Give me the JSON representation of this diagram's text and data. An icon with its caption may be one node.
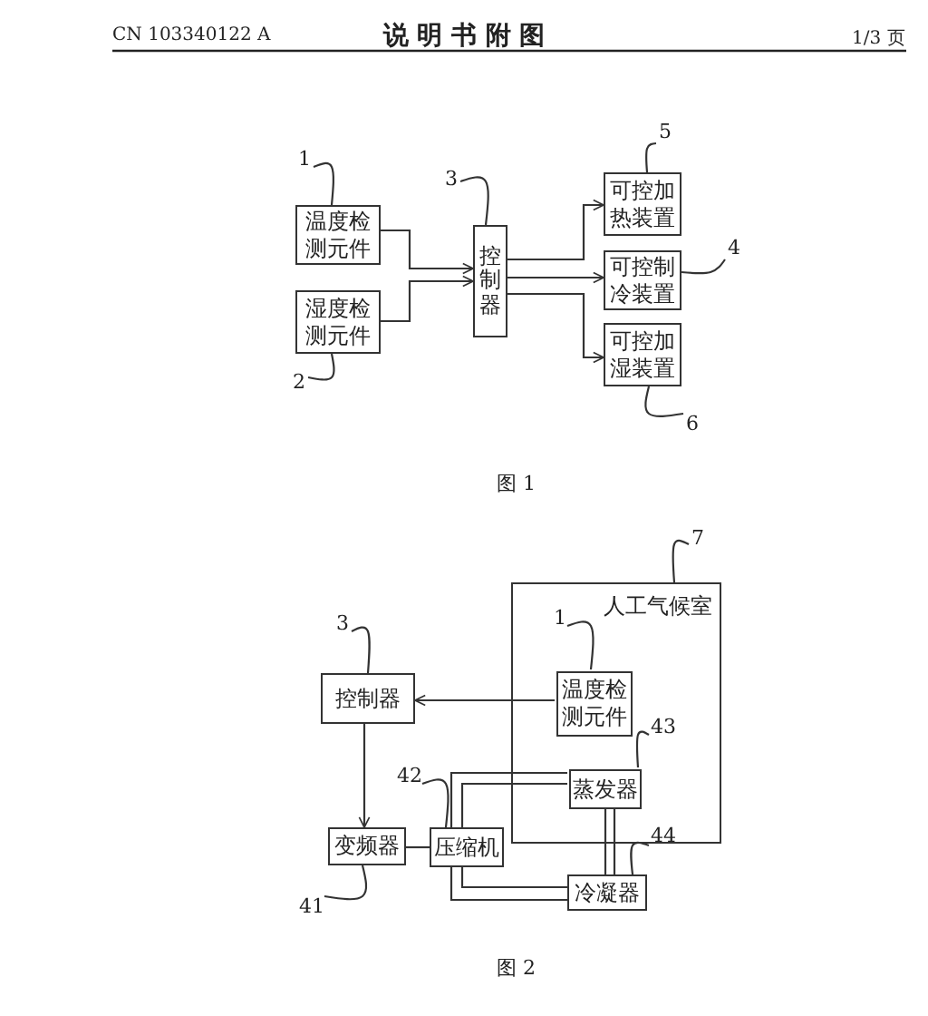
{
  "diagram": {
    "title": "说 明 书 附 图",
    "nodes": [
      {
        "text": [
          "温度检测元件"
        ]
      },
      {
        "text": [
          "湿度检测元件"
        ]
      },
      {
        "text": [
          "控制器"
        ]
      },
      {
        "text": [
          "可控加热装置"
        ]
      },
      {
        "text": [
          "可控制冷装置"
        ]
      },
      {
        "text": [
          "可控加湿装置"
        ]
      },
      {
        "text": [
          "1"
        ]
      },
      {
        "text": [
          "2"
        ]
      },
      {
        "text": [
          "3"
        ]
      },
      {
        "text": [
          "5"
        ]
      },
      {
        "text": [
          "4"
        ]
      },
      {
        "text": [
          "6"
        ]
      },
      {
        "text": [
          "人工气候室"
        ]
      },
      {
        "text": [
          "温度检测元件"
        ],
        "in": 12
      },
      {
        "text": [
          "蒸发器"
        ],
        "in": 12
      },
      {
        "text": [
          "控制器"
        ]
      },
      {
        "text": [
          "变频器"
        ]
      },
      {
        "text": [
          "压缩机"
        ]
      },
      {
        "text": [
          "冷凝器"
        ]
      },
      {
        "text": [
          "7"
        ]
      },
      {
        "text": [
          "1"
        ],
        "in": 12
      },
      {
        "text": [
          "43"
        ],
        "in": 12
      },
      {
        "text": [
          "3"
        ]
      },
      {
        "text": [
          "42"
        ]
      },
      {
        "text": [
          "41"
        ]
      },
      {
        "text": [
          "44"
        ],
        "in": 12
      }
    ],
    "edges": [
      {
        "from": 0,
        "to": 2,
        "arrow": "to"
      },
      {
        "from": 1,
        "to": 2,
        "arrow": "to"
      },
      {
        "from": 2,
        "to": 3,
        "arrow": "to"
      },
      {
        "from": 2,
        "to": 4,
        "arrow": "to"
      },
      {
        "from": 2,
        "to": 5,
        "arrow": "to"
      },
      {
        "from": 6,
        "to": 0,
        "arrow": "none"
      },
      {
        "from": 7,
        "to": 1,
        "arrow": "none"
      },
      {
        "from": 8,
        "to": 2,
        "arrow": "none"
      },
      {
        "from": 9,
        "to": 3,
        "arrow": "none"
      },
      {
        "from": 10,
        "to": 4,
        "arrow": "none"
      },
      {
        "from": 11,
        "to": 5,
        "arrow": "none"
      },
      {
        "from": 13,
        "to": 15,
        "arrow": "to"
      },
      {
        "from": 15,
        "to": 16,
        "arrow": "to"
      },
      {
        "from": 16,
        "to": 17,
        "arrow": "none"
      },
      {
        "from": 17,
        "to": 14,
        "arrow": "none"
      },
      {
        "from": 17,
        "to": 14,
        "arrow": "none"
      },
      {
        "from": 17,
        "to": 18,
        "arrow": "none"
      },
      {
        "from": 17,
        "to": 18,
        "arrow": "none"
      },
      {
        "from": 14,
        "to": 18,
        "arrow": "none"
      },
      {
        "from": 14,
        "to": 18,
        "arrow": "none"
      },
      {
        "from": 19,
        "to": 12,
        "arrow": "none"
      },
      {
        "from": 20,
        "to": 13,
        "arrow": "none"
      },
      {
        "from": 21,
        "to": 14,
        "arrow": "none"
      },
      {
        "from": 22,
        "to": 15,
        "arrow": "none"
      },
      {
        "from": 23,
        "to": 17,
        "arrow": "none"
      },
      {
        "from": 24,
        "to": 16,
        "arrow": "none"
      },
      {
        "from": 25,
        "to": 18,
        "arrow": "none"
      }
    ],
    "labels": [
      "CN 103340122 A",
      "1/3 页",
      "图 1",
      "图 2"
    ]
  }
}
